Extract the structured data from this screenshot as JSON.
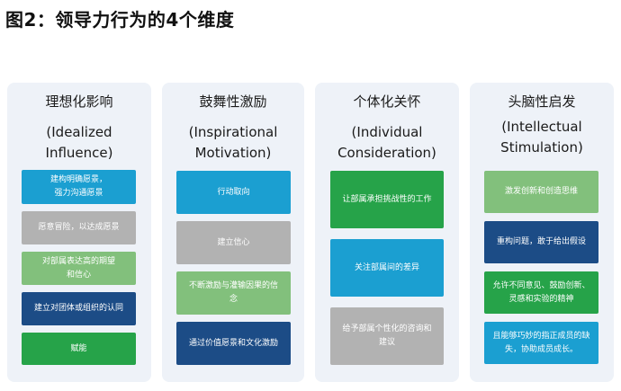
{
  "title": "图2：领导力行为的4个维度",
  "columns": [
    {
      "cn": "理想化影响",
      "en1": "(Idealized",
      "en2": "Influence)",
      "boxes": [
        {
          "line1": "建构明确愿景，",
          "line2": "强力沟通愿景",
          "color": "#1b9fd1"
        },
        {
          "line1": "愿意冒险，以达成愿景",
          "line2": "",
          "color": "#b2b2b2"
        },
        {
          "line1": "对部属表达高的期望",
          "line2": "和信心",
          "color": "#82c07c"
        },
        {
          "line1": "建立对团体或组织的认同",
          "line2": "",
          "color": "#1c4c86"
        },
        {
          "line1": "赋能",
          "line2": "",
          "color": "#26a349"
        }
      ]
    },
    {
      "cn": "鼓舞性激励",
      "en1": "(Inspirational",
      "en2": "Motivation)",
      "boxes": [
        {
          "line1": "行动取向",
          "line2": "",
          "color": "#1b9fd1"
        },
        {
          "line1": "建立信心",
          "line2": "",
          "color": "#b2b2b2"
        },
        {
          "line1": "不断激励与灌输因果的信",
          "line2": "念",
          "color": "#82c07c"
        },
        {
          "line1": "通过价值愿景和文化激励",
          "line2": "",
          "color": "#1c4c86"
        }
      ]
    },
    {
      "cn": "个体化关怀",
      "en1": "(Individual",
      "en2": "Consideration)",
      "boxes": [
        {
          "line1": "让部属承担挑战性的工作",
          "line2": "",
          "color": "#26a349"
        },
        {
          "line1": "关注部属间的差异",
          "line2": "",
          "color": "#1b9fd1"
        },
        {
          "line1": "给予部属个性化的咨询和",
          "line2": "建议",
          "color": "#b2b2b2"
        }
      ]
    },
    {
      "cn": "头脑性启发",
      "en1": "(Intellectual",
      "en2": "Stimulation)",
      "boxes": [
        {
          "line1": "激发创新和创造思维",
          "line2": "",
          "color": "#82c07c"
        },
        {
          "line1": "重构问题，敢于给出假设",
          "line2": "",
          "color": "#1c4c86"
        },
        {
          "line1": "允许不同意见、鼓励创新、",
          "line2": "灵感和实验的精神",
          "color": "#26a349"
        },
        {
          "line1": "且能够巧妙的指正成员的缺",
          "line2": "失，协助成员成长。",
          "color": "#1b9fd1"
        }
      ]
    }
  ]
}
